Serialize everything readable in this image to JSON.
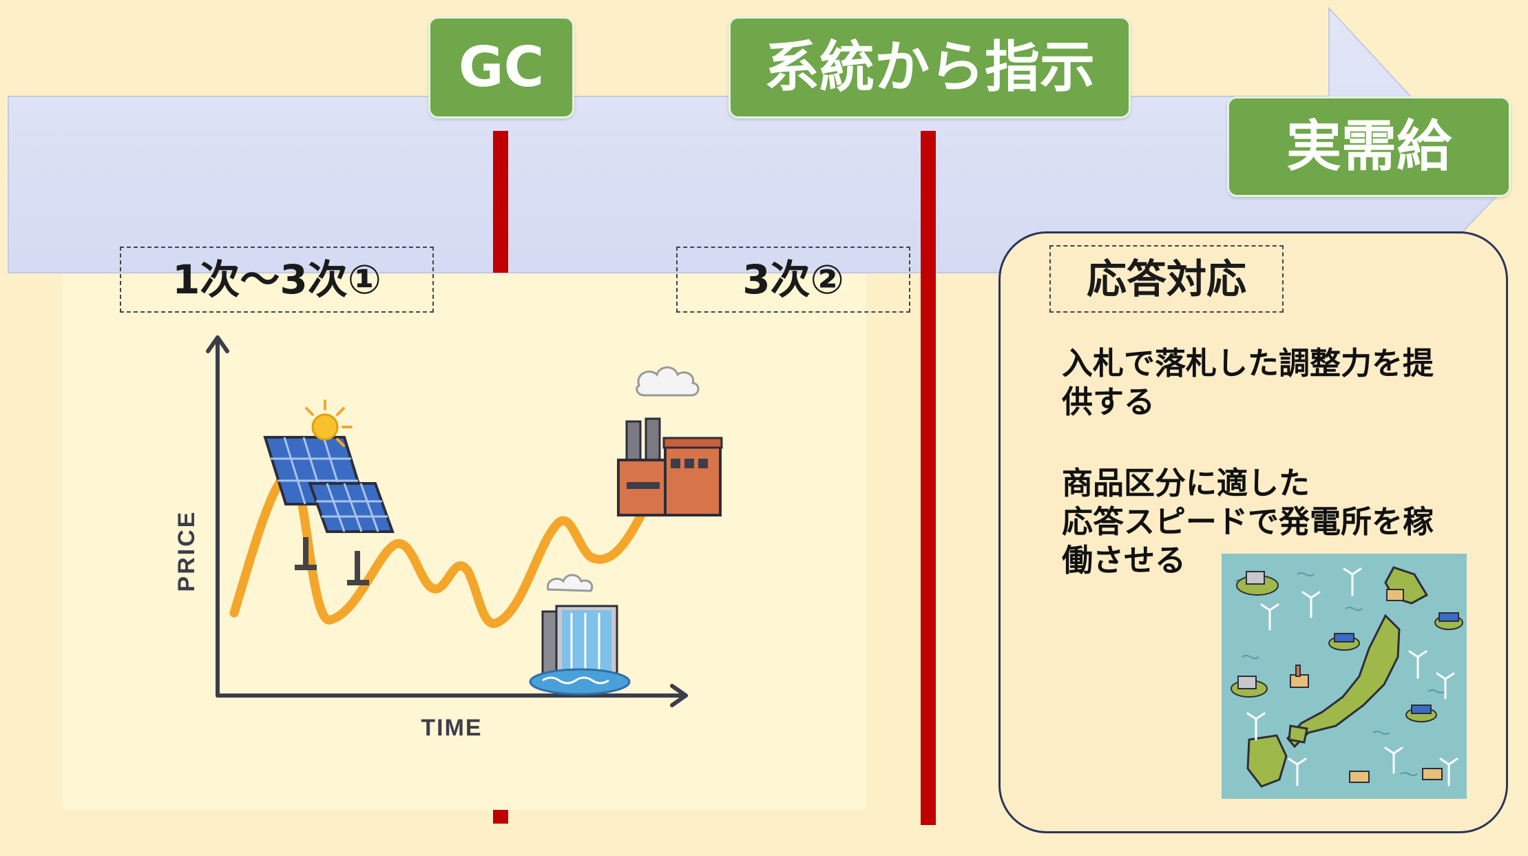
{
  "labels": {
    "gc": "GC",
    "grid_instruction": "系統から指示",
    "actual_supply": "実需給"
  },
  "boxes": {
    "primary_tertiary1": "1次～3次①",
    "tertiary2": "3次②",
    "response": "応答対応"
  },
  "response_text": {
    "line1": "入札で落札した調整力を提",
    "line2": "供する",
    "line3": "商品区分に適した",
    "line4": "応答スピードで発電所を稼",
    "line5": "働させる"
  },
  "chart": {
    "ylabel": "PRICE",
    "xlabel": "TIME"
  },
  "colors": {
    "background": "#fdf0c8",
    "arrow": "#d6dcf2",
    "green": "#6fa74a",
    "red": "#c00000",
    "curve": "#f3a62a",
    "map_sea": "#8cc5c8",
    "map_land": "#9fb84a"
  },
  "icons": [
    "solar-panel-icon",
    "sun-icon",
    "factory-icon",
    "hydro-dam-icon",
    "japan-map-icon",
    "wind-turbine-icon"
  ]
}
